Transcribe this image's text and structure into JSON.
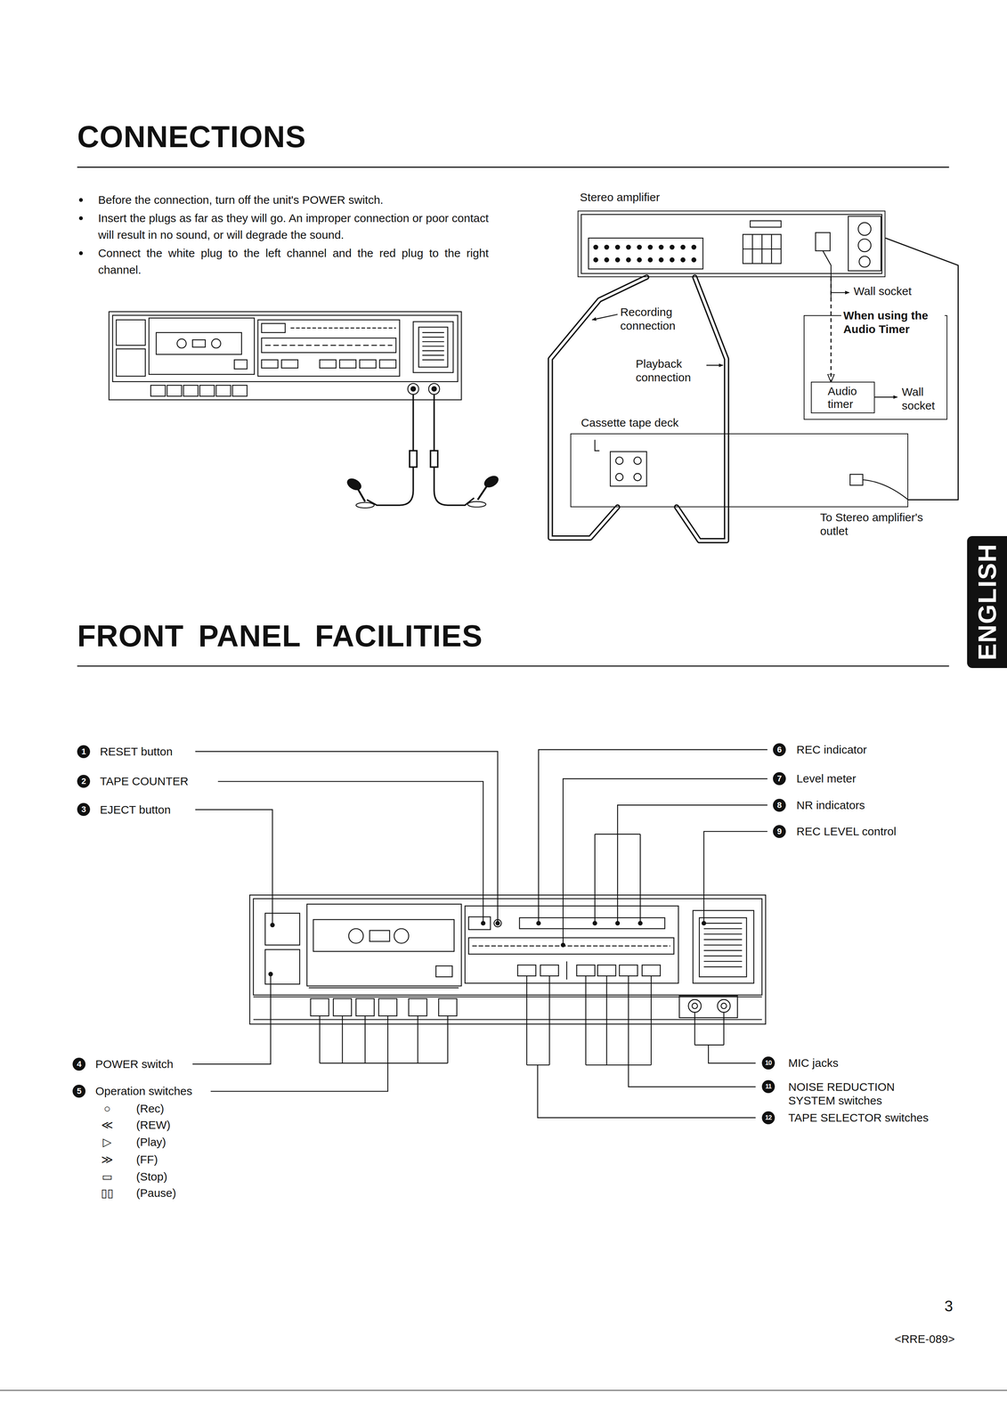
{
  "diagram": {
    "title": "CONNECTIONS",
    "nodes": [
      {
        "text": [
          "Stereo amplifier"
        ]
      },
      {
        "text": [
          "When using the Audio Timer"
        ]
      },
      {
        "text": [
          "Audio timer"
        ],
        "in": 1
      },
      {
        "text": [
          "Cassette tape deck"
        ]
      },
      {
        "text": [
          "ENGLISH"
        ]
      }
    ],
    "edges": [
      {
        "from": 0,
        "to": 3,
        "arrow": "none",
        "label": "Recording connection"
      },
      {
        "from": 0,
        "to": 3,
        "arrow": "none",
        "label": "Playback connection"
      },
      {
        "from": 0,
        "to": 2,
        "arrow": "to"
      },
      {
        "from": 3,
        "to": 0,
        "arrow": "none"
      }
    ],
    "labels": [
      "Before the connection, turn off the unit's POWER switch.",
      "Insert the plugs as far as they will go. An improper connection or poor contact will result in no sound, or will degrade the sound.",
      "Connect the white plug to the left channel and the red plug to the right channel.",
      "Wall socket",
      "Wall socket",
      "To Stereo amplifier's outlet",
      "FRONT PANEL FACILITIES",
      "1",
      "RESET button",
      "2",
      "TAPE COUNTER",
      "3",
      "EJECT button",
      "4",
      "POWER switch",
      "5",
      "Operation switches",
      "○",
      "(Rec)",
      "≪",
      "(REW)",
      "▷",
      "(Play)",
      "≫",
      "(FF)",
      "▭",
      "(Stop)",
      "▯▯",
      "(Pause)",
      "6",
      "REC indicator",
      "7",
      "Level meter",
      "8",
      "NR indicators",
      "9",
      "REC LEVEL control",
      "10",
      "MIC jacks",
      "11",
      "NOISE REDUCTION SYSTEM switches",
      "12",
      "TAPE SELECTOR switches",
      "3",
      "<RRE-089>"
    ]
  }
}
